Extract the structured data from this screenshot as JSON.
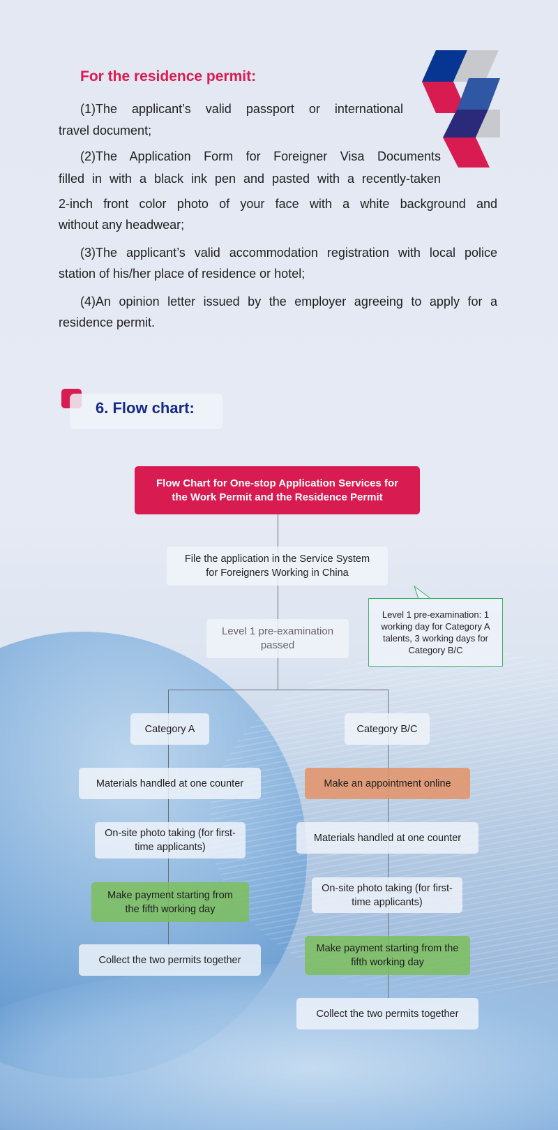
{
  "residence": {
    "title": "For the residence permit:",
    "paragraphs": [
      [
        "(1)The applicant’s valid passport or international",
        "travel document;"
      ],
      [
        "(2)The Application Form for Foreigner Visa Documents",
        "filled in with a black ink pen and pasted with a recently-taken",
        "2-inch front color photo of your face with a white background and",
        "without any headwear;"
      ],
      [
        "(3)The applicant’s valid accommodation registration with local police",
        "station of his/her place of residence or hotel;"
      ],
      [
        "(4)An opinion letter issued by the employer agreeing to apply for a",
        "residence permit."
      ]
    ]
  },
  "section": {
    "title": "6. Flow chart:"
  },
  "flow": {
    "header": "Flow Chart for One-stop Application Services for the Work Permit and the Residence Permit",
    "file": "File the application in the Service System for Foreigners Working in China",
    "level1": "Level 1 pre-examination passed",
    "note": "Level 1 pre-examination: 1 working day for Category A talents, 3 working days for Category B/C",
    "category_a": {
      "label": "Category A",
      "steps": [
        "Materials handled at one counter",
        "On-site photo taking (for first-time applicants)",
        "Make payment starting from the fifth working day",
        "Collect the two permits together"
      ]
    },
    "category_bc": {
      "label": "Category B/C",
      "steps": [
        "Make an appointment online",
        "Materials handled at one counter",
        "On-site photo taking (for first-time applicants)",
        "Make payment starting from the fifth working day",
        "Collect the two permits together"
      ]
    },
    "colors": {
      "header": "#d81b50",
      "appointment": "#e2966e",
      "payment": "#7cbe5c",
      "note_border": "#3bb06a",
      "section_title": "#152a8a"
    }
  }
}
